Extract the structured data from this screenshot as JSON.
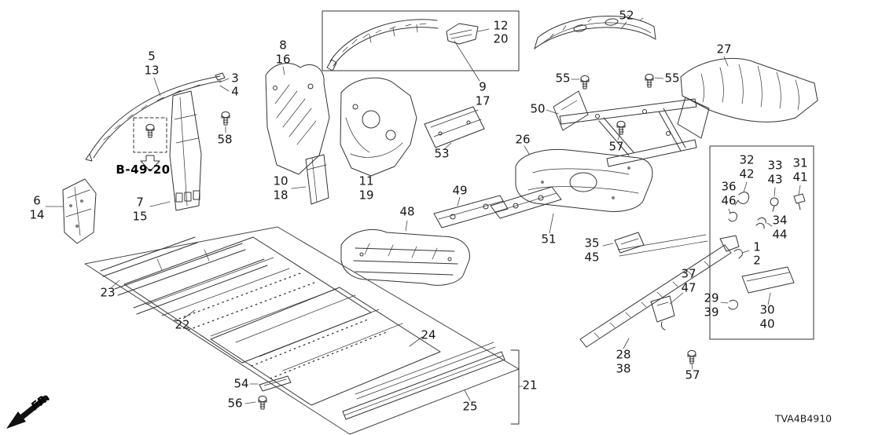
{
  "diagram": {
    "code": "TVA4B4910",
    "ref_block": "B-49-20",
    "fr_label": "FR."
  },
  "icons": {
    "bolt": "bolt-icon",
    "fr_arrow": "front-direction-arrow-icon"
  },
  "callouts": {
    "1": "1",
    "2": "2",
    "3": "3",
    "4": "4",
    "5": "5",
    "6": "6",
    "7": "7",
    "8": "8",
    "9": "9",
    "10": "10",
    "11": "11",
    "12": "12",
    "13": "13",
    "14": "14",
    "15": "15",
    "16": "16",
    "17": "17",
    "18": "18",
    "19": "19",
    "20": "20",
    "21": "21",
    "22": "22",
    "23": "23",
    "24": "24",
    "25": "25",
    "26": "26",
    "27": "27",
    "28": "28",
    "29": "29",
    "30": "30",
    "31": "31",
    "32": "32",
    "33": "33",
    "34": "34",
    "35": "35",
    "36": "36",
    "37": "37",
    "38": "38",
    "39": "39",
    "40": "40",
    "41": "41",
    "42": "42",
    "43": "43",
    "44": "44",
    "45": "45",
    "46": "46",
    "47": "47",
    "48": "48",
    "49": "49",
    "50": "50",
    "51": "51",
    "52": "52",
    "53": "53",
    "54": "54",
    "55": "55",
    "56": "56",
    "57": "57",
    "58": "58"
  }
}
